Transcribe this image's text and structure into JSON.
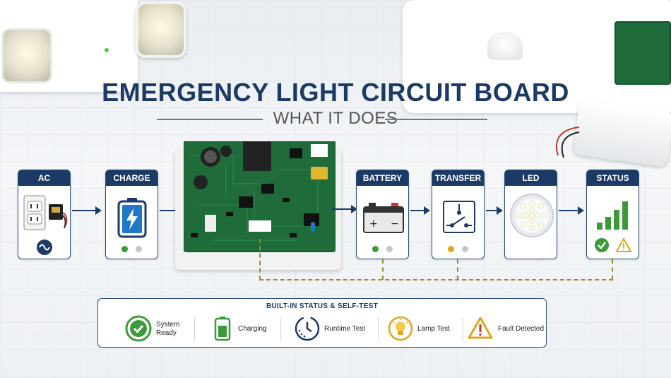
{
  "title": "EMERGENCY LIGHT CIRCUIT BOARD",
  "subtitle": "WHAT IT DOES",
  "stages": [
    {
      "label": "AC"
    },
    {
      "label": "CHARGE"
    },
    {
      "label": "BATTERY"
    },
    {
      "label": "TRANSFER"
    },
    {
      "label": "LED"
    },
    {
      "label": "STATUS"
    }
  ],
  "status_panel": {
    "title": "BUILT-IN STATUS & SELF-TEST",
    "items": [
      {
        "label": "System Ready",
        "icon": "check-circle-icon"
      },
      {
        "label": "Charging",
        "icon": "battery-charging-icon"
      },
      {
        "label": "Runtime Test",
        "icon": "clock-test-icon"
      },
      {
        "label": "Lamp Test",
        "icon": "bulb-icon"
      },
      {
        "label": "Fault Detected",
        "icon": "warning-icon"
      }
    ]
  },
  "colors": {
    "navy": "#1b3a66",
    "green": "#3d9a3a",
    "amber": "#e0a61e",
    "gray": "#c4c7ca",
    "board": "#1f6b3a"
  }
}
